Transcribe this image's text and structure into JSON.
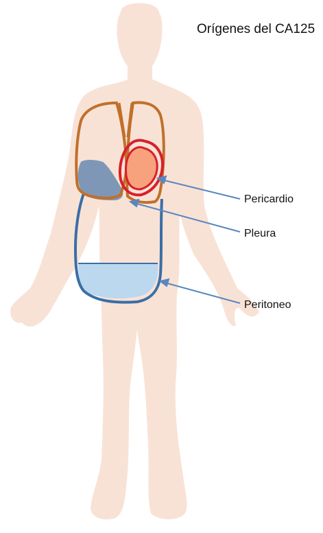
{
  "title": "Orígenes del CA125",
  "labels": {
    "pericardio": "Pericardio",
    "pleura": "Pleura",
    "peritoneo": "Peritoneo"
  },
  "colors": {
    "body": "#f8e2d6",
    "pleura_outline": "#c0702a",
    "pleural_effusion": "#7f97b6",
    "pericardium_outline": "#d8202a",
    "heart_fill": "#f7a27c",
    "peritoneum_outline": "#3a6ea5",
    "ascites_fill": "#bcd8ef",
    "arrow": "#5a86c0"
  }
}
